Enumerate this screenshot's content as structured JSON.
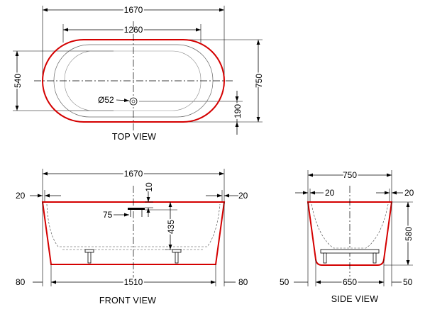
{
  "top_view": {
    "label": "TOP  VIEW",
    "overall_length": "1670",
    "inner_length": "1260",
    "inner_width": "540",
    "overall_width": "750",
    "drain_diameter": "Ø52",
    "drain_offset": "190"
  },
  "front_view": {
    "label": "FRONT VIEW",
    "overall_length": "1670",
    "rim_left": "20",
    "rim_right": "20",
    "overflow_height": "10",
    "drain_label": "75",
    "depth": "435",
    "base_length": "1510",
    "base_left": "80",
    "base_right": "80"
  },
  "side_view": {
    "label": "SIDE  VIEW",
    "overall_width": "750",
    "rim_left": "20",
    "rim_right": "20",
    "height": "580",
    "base_width": "650",
    "base_left": "50",
    "base_right": "50"
  },
  "colors": {
    "outline": "#d40000",
    "lines": "#000000"
  }
}
